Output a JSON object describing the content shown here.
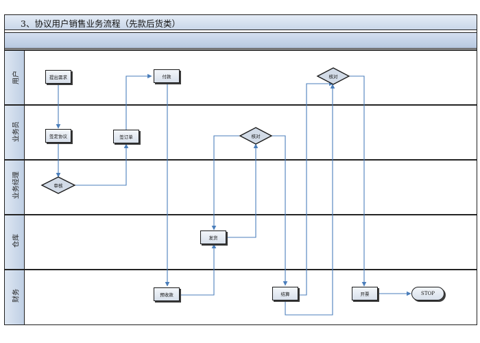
{
  "title": "3、协议用户销售业务流程（先款后货类）",
  "lanes": [
    {
      "label": "用户"
    },
    {
      "label": "业务员"
    },
    {
      "label": "业务经理"
    },
    {
      "label": "仓库"
    },
    {
      "label": "财务"
    }
  ],
  "nodes": {
    "propose_demand": "提出需求",
    "sign_agreement": "签定协议",
    "review": "审核",
    "sign_order": "签订单",
    "payment": "付款",
    "pre_receipt": "预收款",
    "ship": "发货",
    "verify_sales": "核对",
    "verify_user": "核对",
    "settle": "结算",
    "invoice": "开票",
    "stop": "STOP"
  },
  "colors": {
    "arrow": "#4a7ebb",
    "frame": "#1e1e1e",
    "header_fill": "#c9d6e8"
  }
}
